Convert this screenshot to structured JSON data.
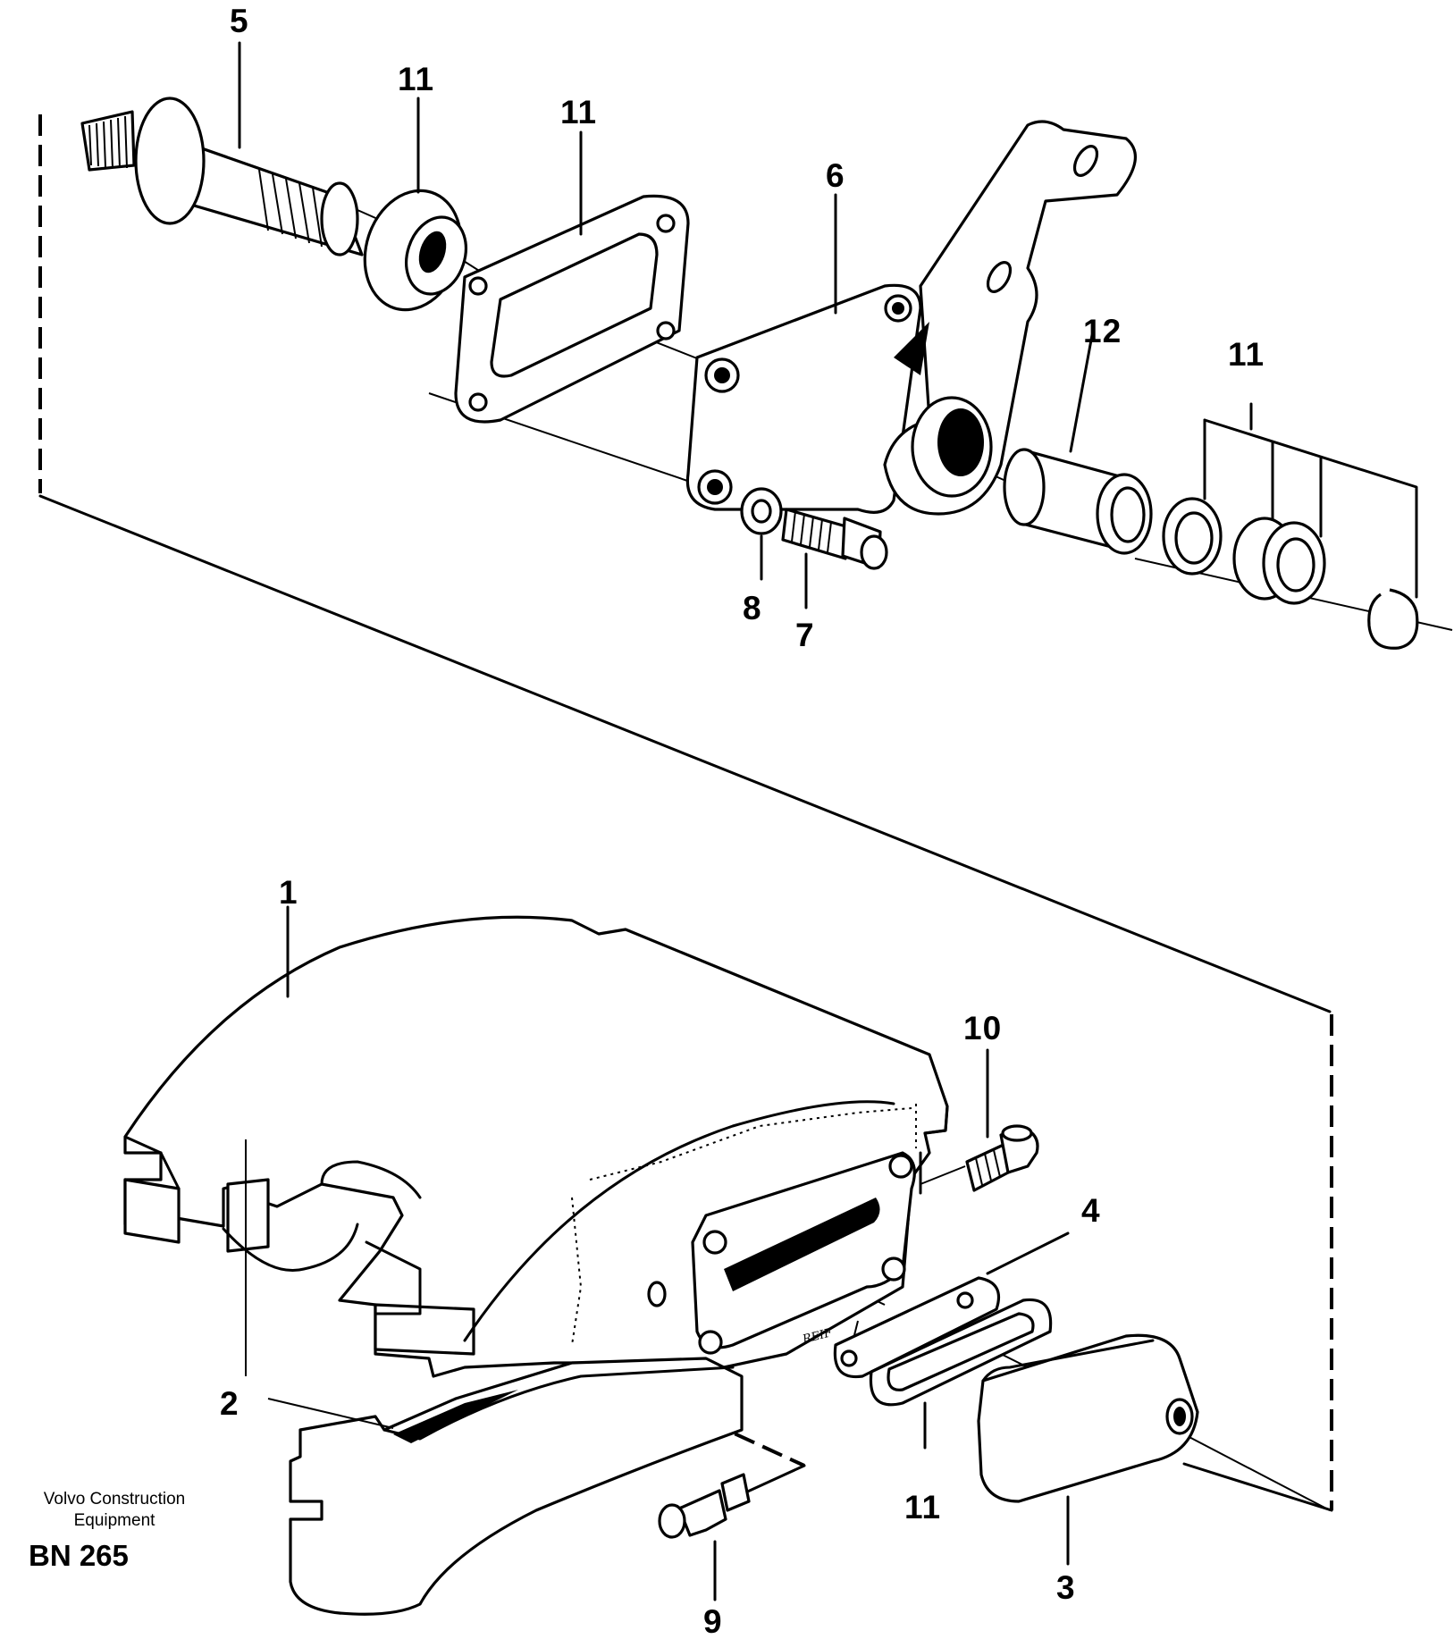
{
  "callouts": {
    "c5": "5",
    "c11_a": "11",
    "c11_b": "11",
    "c6": "6",
    "c12": "12",
    "c11_c": "11",
    "c8": "8",
    "c7": "7",
    "c1": "1",
    "c10": "10",
    "c4": "4",
    "c2": "2",
    "c11_d": "11",
    "c3": "3",
    "c9": "9"
  },
  "manufacturer": {
    "line1": "Volvo Construction",
    "line2": "Equipment"
  },
  "document_id": "BN 265",
  "engraving": "REIF"
}
